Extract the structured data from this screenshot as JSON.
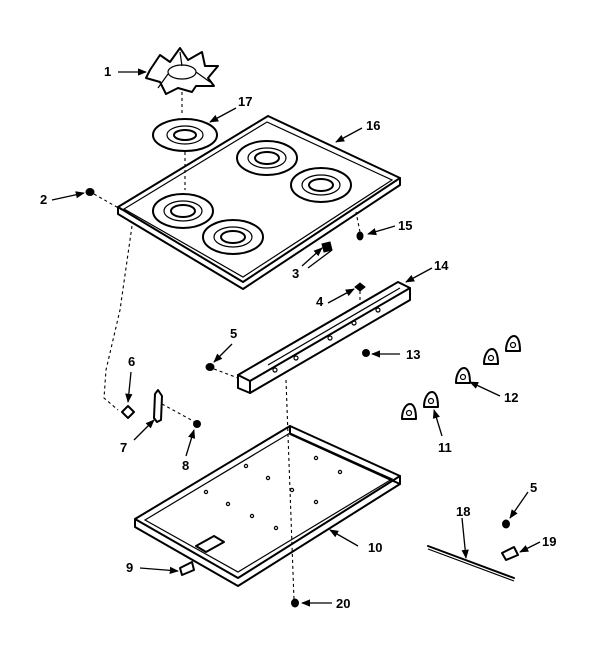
{
  "callouts": [
    {
      "id": "c1",
      "label": "1"
    },
    {
      "id": "c2",
      "label": "2"
    },
    {
      "id": "c3",
      "label": "3"
    },
    {
      "id": "c4",
      "label": "4"
    },
    {
      "id": "c5a",
      "label": "5"
    },
    {
      "id": "c5b",
      "label": "5"
    },
    {
      "id": "c6",
      "label": "6"
    },
    {
      "id": "c7",
      "label": "7"
    },
    {
      "id": "c8",
      "label": "8"
    },
    {
      "id": "c9",
      "label": "9"
    },
    {
      "id": "c10",
      "label": "10"
    },
    {
      "id": "c11",
      "label": "11"
    },
    {
      "id": "c12",
      "label": "12"
    },
    {
      "id": "c13",
      "label": "13"
    },
    {
      "id": "c14",
      "label": "14"
    },
    {
      "id": "c15",
      "label": "15"
    },
    {
      "id": "c16",
      "label": "16"
    },
    {
      "id": "c17",
      "label": "17"
    },
    {
      "id": "c18",
      "label": "18"
    },
    {
      "id": "c19",
      "label": "19"
    },
    {
      "id": "c20",
      "label": "20"
    }
  ]
}
